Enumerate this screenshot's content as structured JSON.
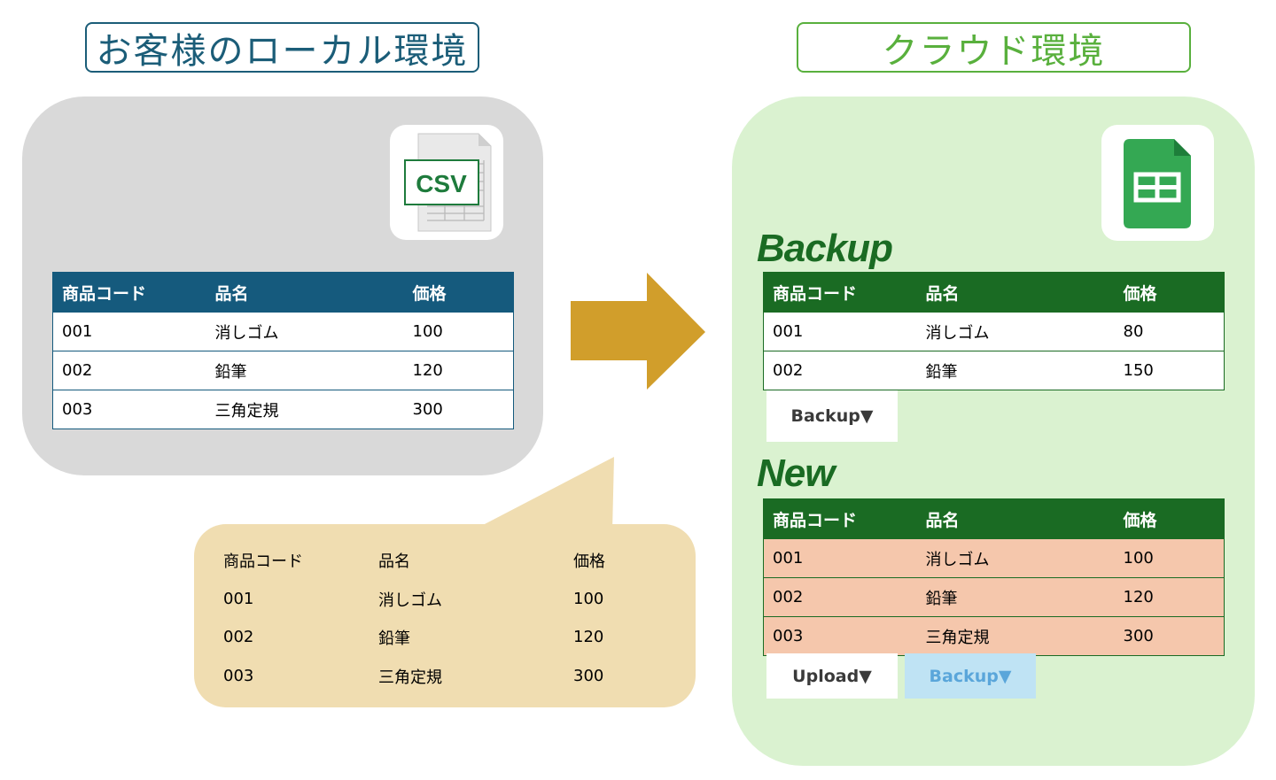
{
  "titles": {
    "local": "お客様のローカル環境",
    "cloud": "クラウド環境"
  },
  "icons": {
    "csv": "csv-file-icon",
    "sheets": "google-sheets-icon",
    "csv_label": "CSV"
  },
  "colors": {
    "local_header": "#155a7d",
    "cloud_header": "#1a6b23",
    "arrow": "#d19e2b",
    "bubble": "#f0ddb1",
    "new_rows": "#f5c7ac"
  },
  "columns": [
    "商品コード",
    "品名",
    "価格"
  ],
  "local_table": [
    [
      "001",
      "消しゴム",
      "100"
    ],
    [
      "002",
      "鉛筆",
      "120"
    ],
    [
      "003",
      "三角定規",
      "300"
    ]
  ],
  "bubble_table": [
    [
      "001",
      "消しゴム",
      "100"
    ],
    [
      "002",
      "鉛筆",
      "120"
    ],
    [
      "003",
      "三角定規",
      "300"
    ]
  ],
  "backup": {
    "label": "Backup",
    "rows": [
      [
        "001",
        "消しゴム",
        "80"
      ],
      [
        "002",
        "鉛筆",
        "150"
      ]
    ],
    "button": "Backup▼"
  },
  "new": {
    "label": "New",
    "rows": [
      [
        "001",
        "消しゴム",
        "100"
      ],
      [
        "002",
        "鉛筆",
        "120"
      ],
      [
        "003",
        "三角定規",
        "300"
      ]
    ],
    "upload_button": "Upload▼",
    "backup_button": "Backup▼"
  }
}
